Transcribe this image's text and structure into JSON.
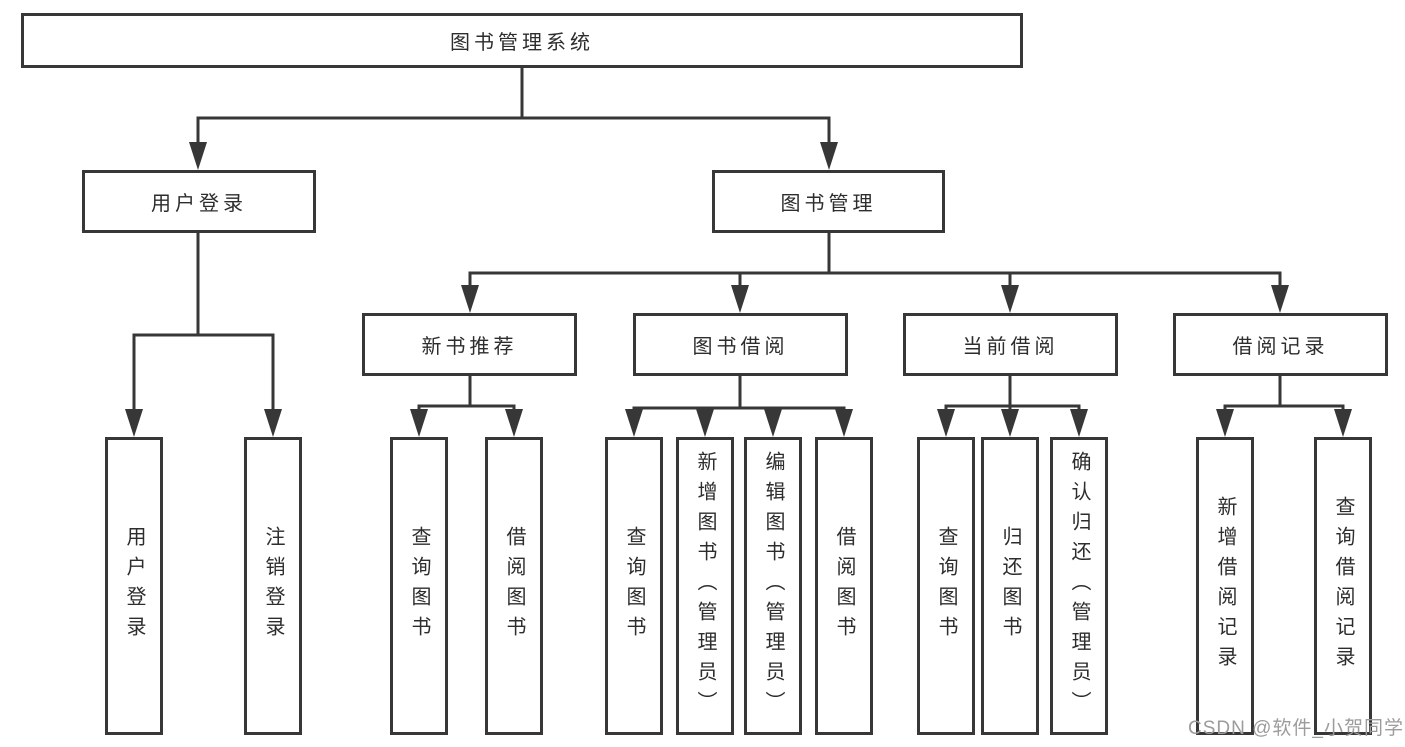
{
  "tree": {
    "label": "图书管理系统",
    "children": [
      {
        "label": "用户登录",
        "children": [
          {
            "label": "用户登录"
          },
          {
            "label": "注销登录"
          }
        ]
      },
      {
        "label": "图书管理",
        "children": [
          {
            "label": "新书推荐",
            "children": [
              {
                "label": "查询图书"
              },
              {
                "label": "借阅图书"
              }
            ]
          },
          {
            "label": "图书借阅",
            "children": [
              {
                "label": "查询图书"
              },
              {
                "label": "新增图书（管理员）"
              },
              {
                "label": "编辑图书（管理员）"
              },
              {
                "label": "借阅图书"
              }
            ]
          },
          {
            "label": "当前借阅",
            "children": [
              {
                "label": "查询图书"
              },
              {
                "label": "归还图书"
              },
              {
                "label": "确认归还（管理员）"
              }
            ]
          },
          {
            "label": "借阅记录",
            "children": [
              {
                "label": "新增借阅记录"
              },
              {
                "label": "查询借阅记录"
              }
            ]
          }
        ]
      }
    ]
  },
  "watermark": "CSDN @软件_小贺同学",
  "colors": {
    "line": "#373737",
    "text": "#2d2d2d",
    "watermark": "#9c9c9c",
    "background": "#ffffff"
  }
}
